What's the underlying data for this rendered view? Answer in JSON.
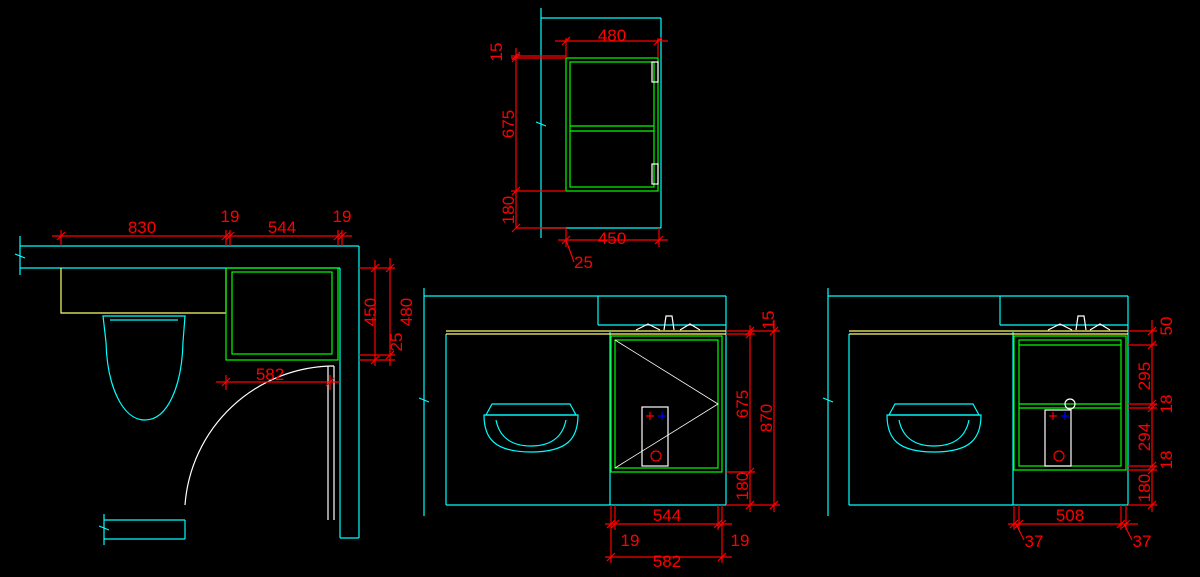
{
  "colors": {
    "background": "#000000",
    "wall": "#00ffff",
    "cabinet": "#00ff00",
    "countertop": "#ffff66",
    "dimension": "#ff0000",
    "fixture": "#ffffff",
    "hot_marker": "#ff0000",
    "cold_marker": "#0000ff"
  },
  "front_view": {
    "top_width": "480",
    "top_thickness": "15",
    "body_height": "675",
    "plinth_height": "180",
    "bottom_width": "450",
    "offset": "25"
  },
  "plan_view": {
    "width_a": "830",
    "width_b": "19",
    "width_c": "544",
    "width_d": "19",
    "depth_a": "450",
    "depth_b": "480",
    "gap": "25",
    "cabinet_width": "582"
  },
  "elevation_1": {
    "top_thickness": "15",
    "cabinet_height": "675",
    "total_height": "870",
    "plinth_height": "180",
    "inner_width": "544",
    "side_left": "19",
    "side_right": "19",
    "overall_width": "582"
  },
  "elevation_2": {
    "top_gap": "50",
    "upper_shelf": "295",
    "shelf_thickness_a": "18",
    "lower_shelf": "294",
    "shelf_thickness_b": "18",
    "plinth_height": "180",
    "inner_width": "508",
    "side_left": "37",
    "side_right": "37"
  }
}
